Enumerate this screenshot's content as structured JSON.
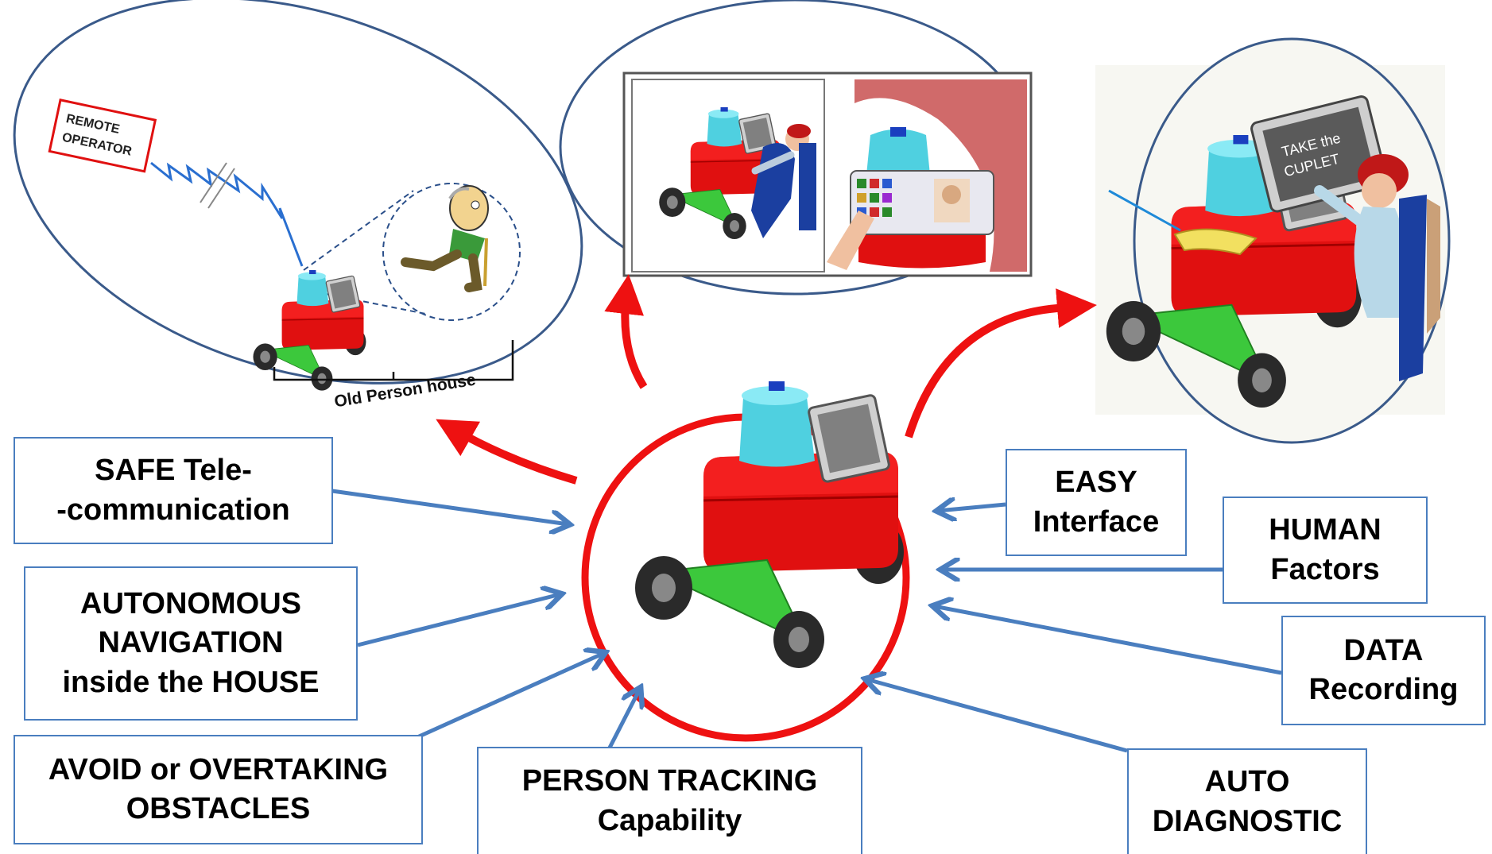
{
  "features": {
    "safe_telecom": "SAFE Tele-\n-communication",
    "autonomous_nav": "AUTONOMOUS\nNAVIGATION\ninside the HOUSE",
    "avoid_obstacles": "AVOID or OVERTAKING\nOBSTACLES",
    "person_tracking": "PERSON TRACKING\nCapability",
    "easy_interface": "EASY\nInterface",
    "human_factors": "HUMAN\nFactors",
    "data_recording": "DATA\nRecording",
    "auto_diagnostic": "AUTO\nDIAGNOSTIC"
  },
  "scenes": {
    "remote_operator": "REMOTE\nOPERATOR",
    "old_person_house": "Old Person house",
    "tablet_message": "TAKE the\nCUPLET"
  },
  "colors": {
    "robot_body": "#e01010",
    "robot_head": "#4fd0e0",
    "chassis_green": "#3cc83c",
    "arrow_red": "#ee1111",
    "arrow_blue": "#4a7ebf",
    "ellipse_border": "#3a5a8a"
  }
}
